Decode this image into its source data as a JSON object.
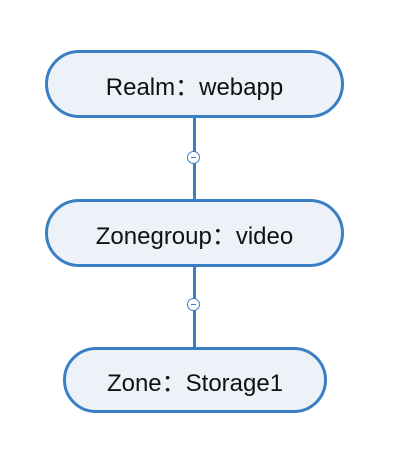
{
  "diagram": {
    "nodes": [
      {
        "label": "Realm：webapp"
      },
      {
        "label": "Zonegroup：video"
      },
      {
        "label": "Zone：Storage1"
      }
    ],
    "toggles": [
      {
        "icon": "collapse-minus-icon"
      },
      {
        "icon": "collapse-minus-icon"
      }
    ]
  },
  "colors": {
    "node_border": "#3a7fc4",
    "node_fill": "#edf2f9",
    "connector": "#3a7fc4",
    "text": "#111111",
    "background": "#ffffff"
  }
}
